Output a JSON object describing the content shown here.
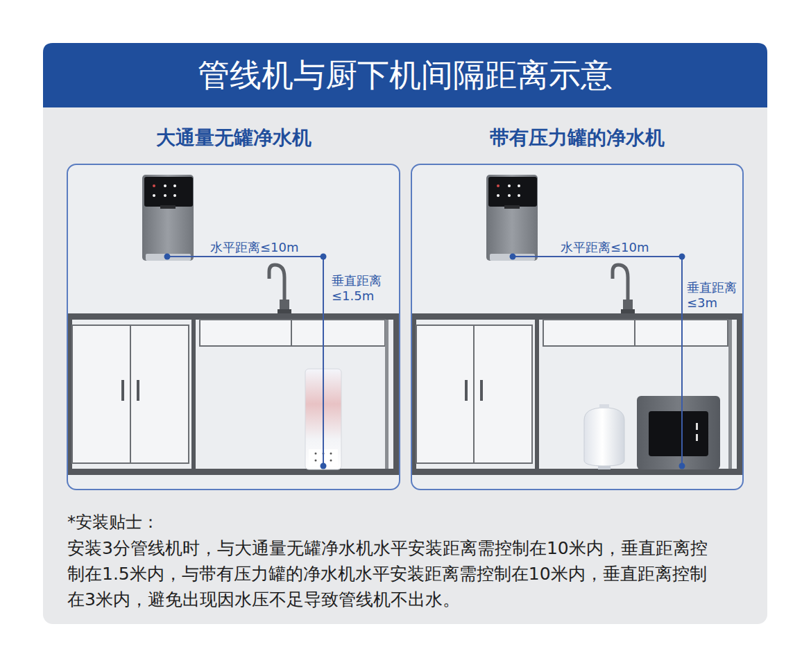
{
  "diagram": {
    "title": "管线机与厨下机间隔距离示意",
    "nodes": [
      {
        "text": [
          "大通量无罐净水机"
        ]
      },
      {
        "text": [
          "带有压力罐的净水机"
        ]
      }
    ],
    "labels": [
      "水平距离≤10m",
      "垂直距离 ≤1.5m",
      "水平距离≤10m",
      "垂直距离 ≤3m",
      "*安装贴士：",
      "安装3分管线机时，与大通量无罐净水机水平安装距离需控制在10米内，垂直距离控 制在1.5米内，与带有压力罐的净水机水平安装距离需控制在10米内，垂直距离控制 在3米内，避免出现因水压不足导致管线机不出水。"
    ]
  }
}
